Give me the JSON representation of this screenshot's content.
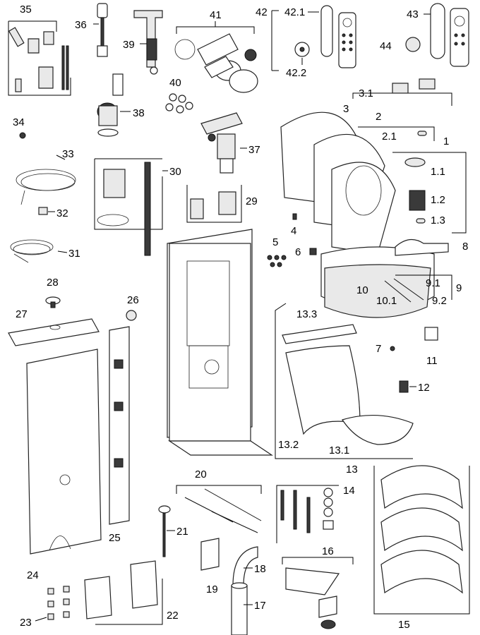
{
  "part_numbers": {
    "p1": "1",
    "p1_1": "1.1",
    "p1_2": "1.2",
    "p1_3": "1.3",
    "p2": "2",
    "p2_1": "2.1",
    "p3": "3",
    "p3_1": "3.1",
    "p4": "4",
    "p5": "5",
    "p6": "6",
    "p7": "7",
    "p8": "8",
    "p9": "9",
    "p9_1": "9.1",
    "p9_2": "9.2",
    "p10": "10",
    "p10_1": "10.1",
    "p11": "11",
    "p12": "12",
    "p13": "13",
    "p13_1": "13.1",
    "p13_2": "13.2",
    "p13_3": "13.3",
    "p14": "14",
    "p15": "15",
    "p16": "16",
    "p17": "17",
    "p18": "18",
    "p19": "19",
    "p20": "20",
    "p21": "21",
    "p22": "22",
    "p23": "23",
    "p24": "24",
    "p25": "25",
    "p26": "26",
    "p27": "27",
    "p28": "28",
    "p29": "29",
    "p30": "30",
    "p31": "31",
    "p32": "32",
    "p33": "33",
    "p34": "34",
    "p35": "35",
    "p36": "36",
    "p37": "37",
    "p38": "38",
    "p39": "39",
    "p40": "40",
    "p41": "41",
    "p42": "42",
    "p42_1": "42.1",
    "p42_2": "42.2",
    "p43": "43",
    "p44": "44"
  }
}
